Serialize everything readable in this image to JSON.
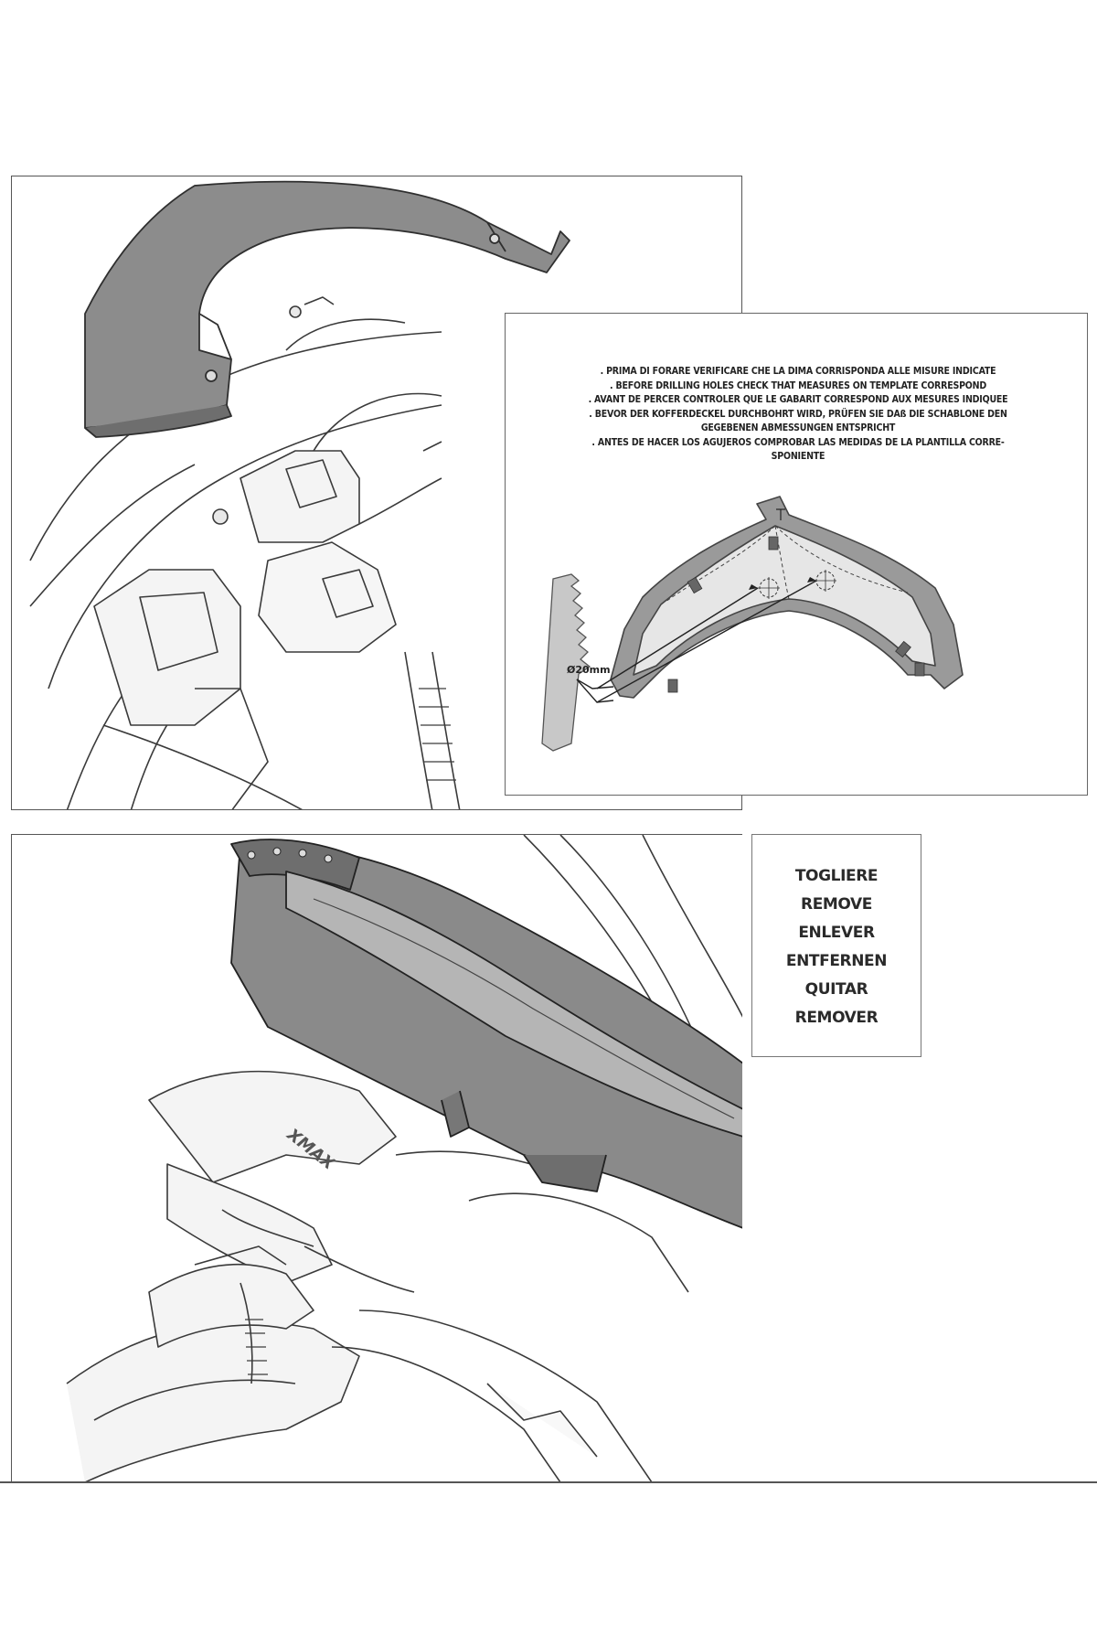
{
  "inset": {
    "instructions": [
      ". PRIMA DI FORARE VERIFICARE CHE LA DIMA CORRISPONDA ALLE MISURE INDICATE",
      ". BEFORE DRILLING HOLES CHECK THAT MEASURES ON TEMPLATE CORRESPOND",
      ". AVANT DE PERCER CONTROLER QUE LE GABARIT CORRESPOND AUX MESURES INDIQUEE",
      ". BEVOR DER KOFFERDECKEL DURCHBOHRT WIRD, PRÜFEN SIE DAß DIE SCHABLONE DEN",
      "GEGEBENEN ABMESSUNGEN ENTSPRICHT",
      ". ANTES DE HACER LOS AGUJEROS COMPROBAR LAS MEDIDAS DE LA PLANTILLA CORRE-",
      "SPONIENTE"
    ],
    "diameter_label": "Ø20mm"
  },
  "remove_box": {
    "labels": [
      "TOGLIERE",
      "REMOVE",
      "ENLEVER",
      "ENTFERNEN",
      "QUITAR",
      "REMOVER"
    ]
  },
  "colors": {
    "part_fill": "#8c8c8c",
    "part_dark": "#6e6e6e",
    "line": "#3a3a3a",
    "panel_border": "#555555"
  }
}
